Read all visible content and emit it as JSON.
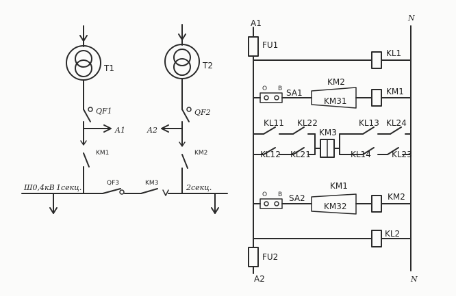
{
  "single_line": {
    "t1": "T1",
    "t2": "T2",
    "qf1": "QF1",
    "qf2": "QF2",
    "qf3": "QF3",
    "a1": "A1",
    "a2": "A2",
    "km1": "KM1",
    "km2": "KM2",
    "km3": "KM3",
    "bus_voltage": "Ш0,4кВ",
    "sect1": "1секц.",
    "sect2": "2секц."
  },
  "control": {
    "a1_top": "A1",
    "a2_bottom": "A2",
    "n_top": "N",
    "n_bottom": "N",
    "fu1": "FU1",
    "fu2": "FU2",
    "kl1": "KL1",
    "kl2": "KL2",
    "km2_label": "KM2",
    "km3_sub1": "KM31",
    "km1_coil": "KM1",
    "sa1": "SA1",
    "sa_o": "O",
    "sa_b": "B",
    "kl1_1": "KL11",
    "kl2_2": "KL22",
    "km3_coil": "KM3",
    "kl1_3": "KL13",
    "kl2_4": "KL24",
    "kl1_2": "KL12",
    "kl2_1": "KL21",
    "kl1_4": "KL14",
    "kl2_3": "KL23",
    "km1_label": "KM1",
    "sa2": "SA2",
    "sa2_o": "O",
    "sa2_b": "B",
    "km3_sub2": "KM32",
    "km2_coil": "KM2"
  }
}
